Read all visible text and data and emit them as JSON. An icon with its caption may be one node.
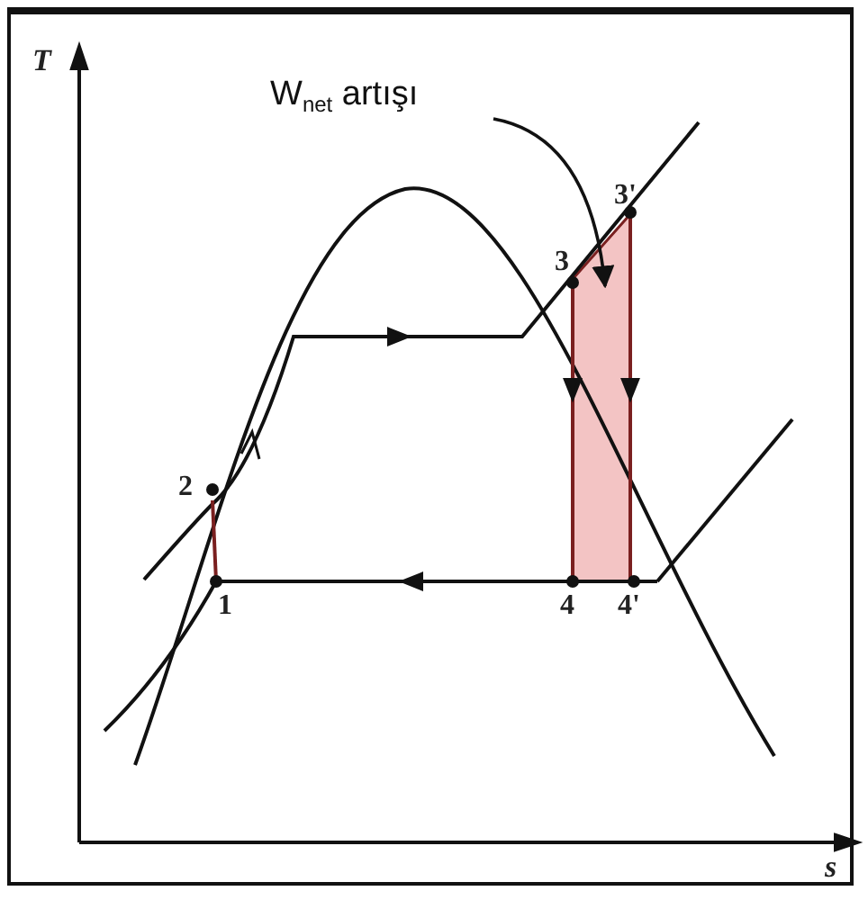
{
  "diagram": {
    "nodes": [
      {
        "text": [
          "W$_{net}$ artışı"
        ]
      },
      {
        "text": [],
        "shape": "box"
      }
    ],
    "edges": [
      {
        "from": 0,
        "to": 1,
        "arrow": "to"
      }
    ],
    "labels": [
      "T",
      "2",
      "3",
      "3'",
      "1",
      "4",
      "4'",
      "s"
    ]
  }
}
